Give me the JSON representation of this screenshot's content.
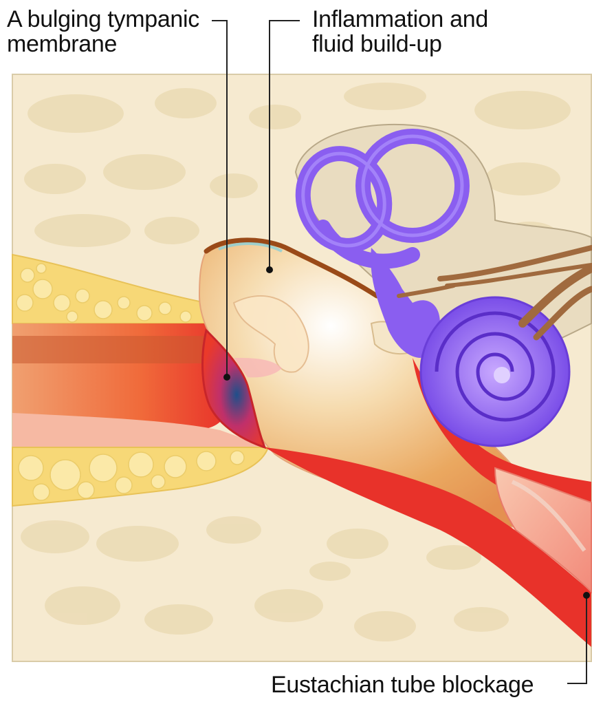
{
  "labels": {
    "tympanic": {
      "line1": "A bulging tympanic",
      "line2": "membrane"
    },
    "inflammation": {
      "line1": "Inflammation and",
      "line2": "fluid build-up"
    },
    "eustachian": {
      "line1": "Eustachian tube blockage"
    }
  },
  "colors": {
    "bone": "#f6ead0",
    "bone_pores": "#eadbb5",
    "fat": "#f7d877",
    "canal_red": "#e8322a",
    "canal_orange": "#f07a3c",
    "middle_ear_fluid": "#f0c78a",
    "inner_ear_purple": "#8a5ef0",
    "nerve_brown": "#a06a3e",
    "leader_line": "#222222"
  },
  "icons": [
    "ear-anatomy-illustration"
  ]
}
